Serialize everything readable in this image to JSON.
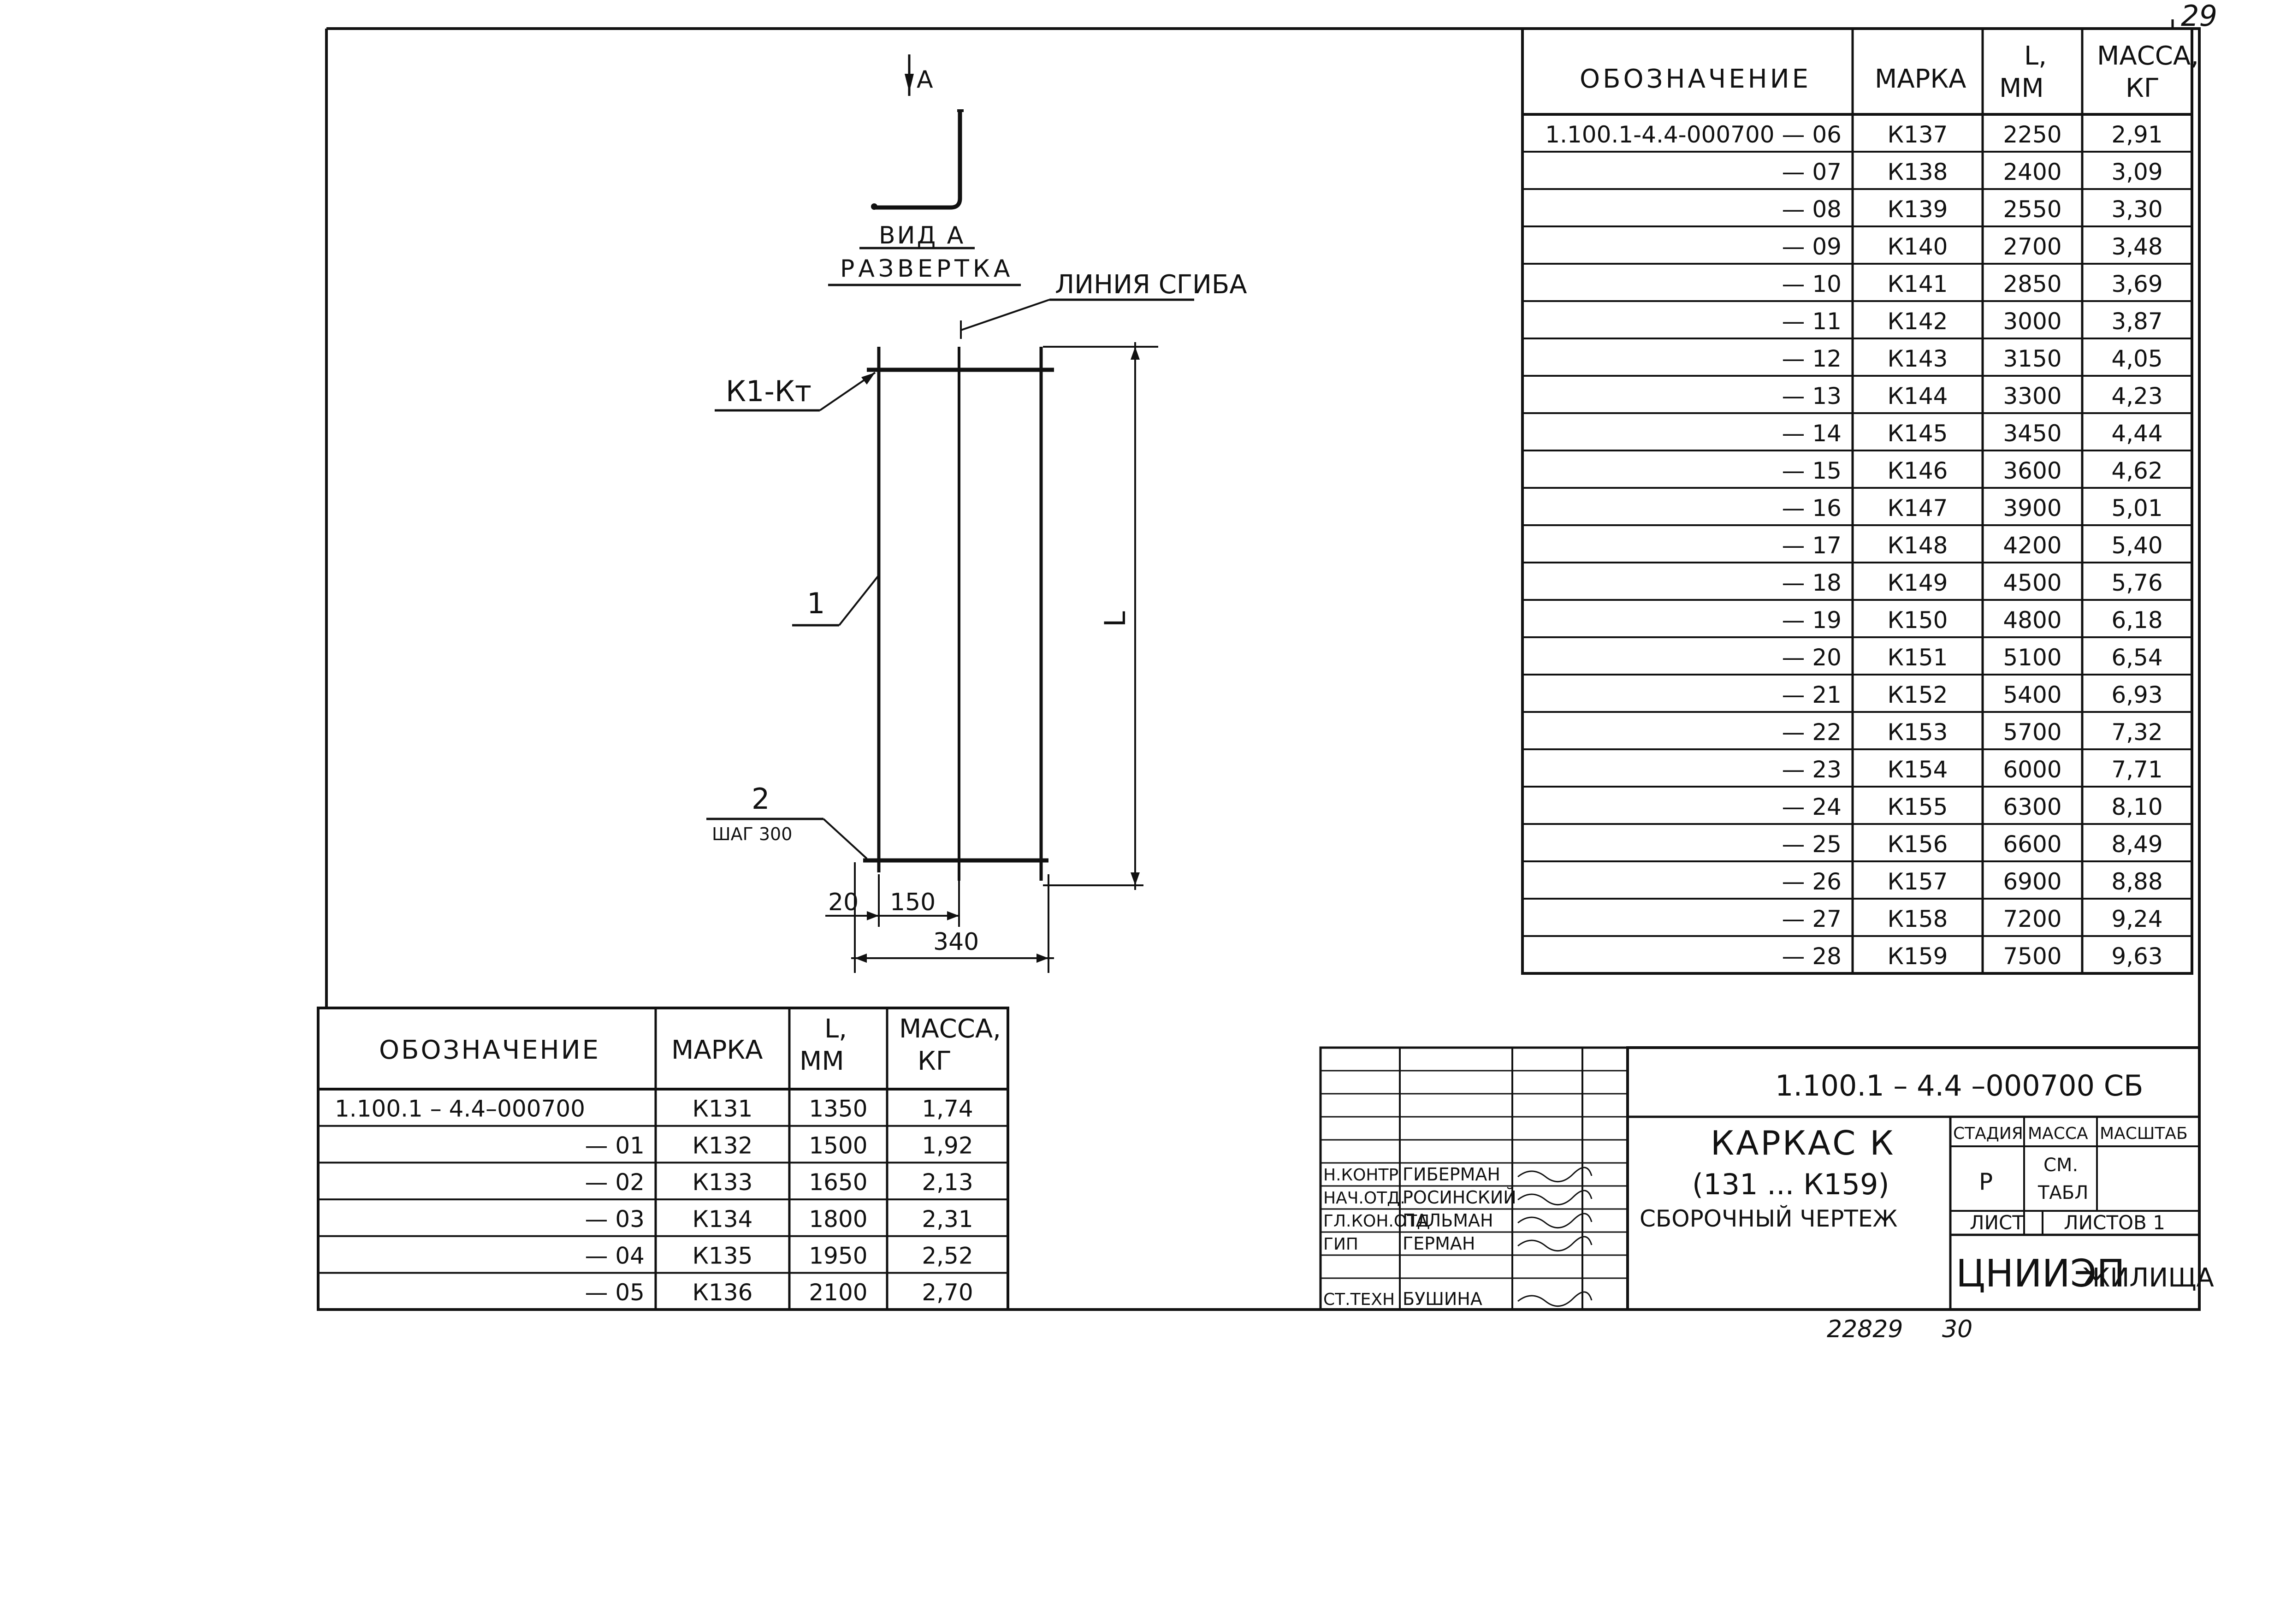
{
  "page_number": "29",
  "drawing": {
    "view_marker": "А",
    "view_title": "ВИД А",
    "unfold_title": "РАЗВЕРТКА",
    "bend_line": "ЛИНИЯ СГИБА",
    "label_k": "К1-Кт",
    "label_1": "1",
    "label_2": "2",
    "step": "ШАГ 300",
    "dim_L": "L",
    "dim_20": "20",
    "dim_150": "150",
    "dim_340": "340"
  },
  "table_headers": {
    "designation": "ОБОЗНАЧЕНИЕ",
    "mark": "МАРКА",
    "length_1": "L,",
    "length_2": "ММ",
    "mass_1": "МАССА,",
    "mass_2": "КГ"
  },
  "table_right_rows": [
    {
      "designation": "1.100.1-4.4-000700 — 06",
      "mark": "К137",
      "length": "2250",
      "mass": "2,91"
    },
    {
      "designation": "— 07",
      "mark": "К138",
      "length": "2400",
      "mass": "3,09"
    },
    {
      "designation": "— 08",
      "mark": "К139",
      "length": "2550",
      "mass": "3,30"
    },
    {
      "designation": "— 09",
      "mark": "К140",
      "length": "2700",
      "mass": "3,48"
    },
    {
      "designation": "— 10",
      "mark": "К141",
      "length": "2850",
      "mass": "3,69"
    },
    {
      "designation": "— 11",
      "mark": "К142",
      "length": "3000",
      "mass": "3,87"
    },
    {
      "designation": "— 12",
      "mark": "К143",
      "length": "3150",
      "mass": "4,05"
    },
    {
      "designation": "— 13",
      "mark": "К144",
      "length": "3300",
      "mass": "4,23"
    },
    {
      "designation": "— 14",
      "mark": "К145",
      "length": "3450",
      "mass": "4,44"
    },
    {
      "designation": "— 15",
      "mark": "К146",
      "length": "3600",
      "mass": "4,62"
    },
    {
      "designation": "— 16",
      "mark": "К147",
      "length": "3900",
      "mass": "5,01"
    },
    {
      "designation": "— 17",
      "mark": "К148",
      "length": "4200",
      "mass": "5,40"
    },
    {
      "designation": "— 18",
      "mark": "К149",
      "length": "4500",
      "mass": "5,76"
    },
    {
      "designation": "— 19",
      "mark": "К150",
      "length": "4800",
      "mass": "6,18"
    },
    {
      "designation": "— 20",
      "mark": "К151",
      "length": "5100",
      "mass": "6,54"
    },
    {
      "designation": "— 21",
      "mark": "К152",
      "length": "5400",
      "mass": "6,93"
    },
    {
      "designation": "— 22",
      "mark": "К153",
      "length": "5700",
      "mass": "7,32"
    },
    {
      "designation": "— 23",
      "mark": "К154",
      "length": "6000",
      "mass": "7,71"
    },
    {
      "designation": "— 24",
      "mark": "К155",
      "length": "6300",
      "mass": "8,10"
    },
    {
      "designation": "— 25",
      "mark": "К156",
      "length": "6600",
      "mass": "8,49"
    },
    {
      "designation": "— 26",
      "mark": "К157",
      "length": "6900",
      "mass": "8,88"
    },
    {
      "designation": "— 27",
      "mark": "К158",
      "length": "7200",
      "mass": "9,24"
    },
    {
      "designation": "— 28",
      "mark": "К159",
      "length": "7500",
      "mass": "9,63"
    }
  ],
  "table_left_rows": [
    {
      "designation": "1.100.1 – 4.4–000700",
      "mark": "К131",
      "length": "1350",
      "mass": "1,74"
    },
    {
      "designation": "— 01",
      "mark": "К132",
      "length": "1500",
      "mass": "1,92"
    },
    {
      "designation": "— 02",
      "mark": "К133",
      "length": "1650",
      "mass": "2,13"
    },
    {
      "designation": "— 03",
      "mark": "К134",
      "length": "1800",
      "mass": "2,31"
    },
    {
      "designation": "— 04",
      "mark": "К135",
      "length": "1950",
      "mass": "2,52"
    },
    {
      "designation": "— 05",
      "mark": "К136",
      "length": "2100",
      "mass": "2,70"
    }
  ],
  "title_block": {
    "doc_code": "1.100.1 – 4.4 –000700 СБ",
    "name_1": "КАРКАС К",
    "name_2": "(131 ... К159)",
    "name_3": "СБОРОЧНЫЙ ЧЕРТЕЖ",
    "stage_h": "СТАДИЯ",
    "mass_h": "МАССА",
    "scale_h": "МАСШТАБ",
    "stage_v": "Р",
    "mass_v_1": "СМ.",
    "mass_v_2": "ТАБЛ",
    "sheet_h": "ЛИСТ",
    "sheets_h": "ЛИСТОВ 1",
    "org": "ЦНИИЭП",
    "org_sub": "ЖИЛИЩА",
    "signers": [
      {
        "role": "Н.КОНТР",
        "name": "ГИБЕРМАН"
      },
      {
        "role": "НАЧ.ОТД.",
        "name": "РОСИНСКИЙ"
      },
      {
        "role": "ГЛ.КОН.ОТД",
        "name": "ПАЛЬМАН"
      },
      {
        "role": "ГИП",
        "name": "ГЕРМАН"
      },
      {
        "role": "",
        "name": ""
      },
      {
        "role": "СТ.ТЕХН",
        "name": "БУШИНА"
      }
    ]
  },
  "footer": {
    "inventory": "22829",
    "page": "30"
  }
}
